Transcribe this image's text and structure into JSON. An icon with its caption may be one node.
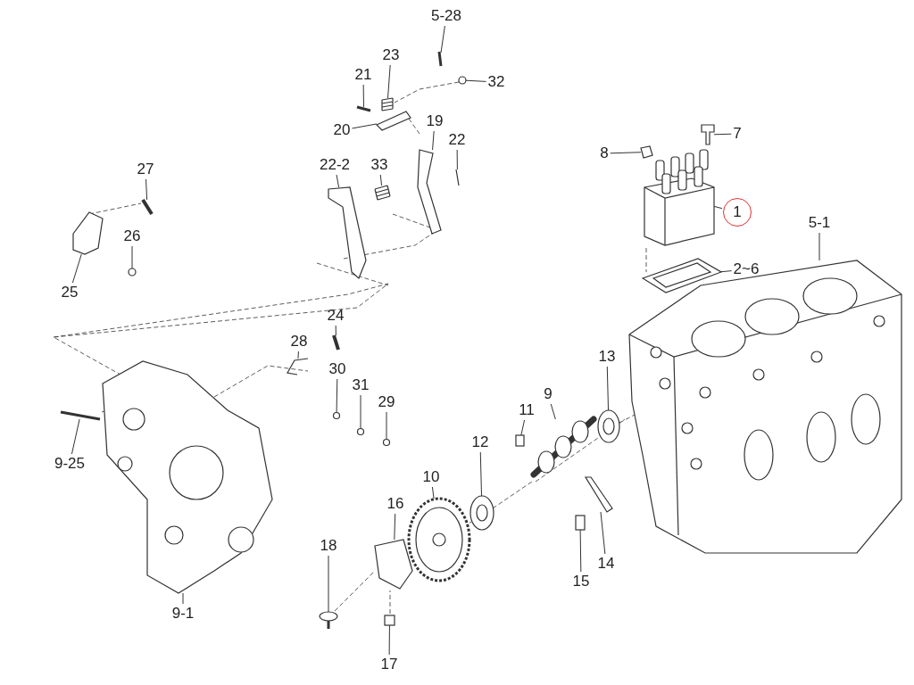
{
  "diagram": {
    "nodes": [
      {
        "text": [
          "5-28"
        ]
      },
      {
        "text": [
          "32"
        ]
      },
      {
        "text": [
          "23"
        ]
      },
      {
        "text": [
          "21"
        ]
      },
      {
        "text": [
          "20"
        ]
      },
      {
        "text": [
          "19"
        ]
      },
      {
        "text": [
          "22"
        ]
      },
      {
        "text": [
          "7"
        ]
      },
      {
        "text": [
          "8"
        ]
      },
      {
        "text": [
          "1"
        ]
      },
      {
        "text": [
          "27"
        ]
      },
      {
        "text": [
          "22-2"
        ]
      },
      {
        "text": [
          "33"
        ]
      },
      {
        "text": [
          "5-1"
        ]
      },
      {
        "text": [
          "26"
        ]
      },
      {
        "text": [
          "2~6"
        ]
      },
      {
        "text": [
          "25"
        ]
      },
      {
        "text": [
          "24"
        ]
      },
      {
        "text": [
          "28"
        ]
      },
      {
        "text": [
          "13"
        ]
      },
      {
        "text": [
          "30"
        ]
      },
      {
        "text": [
          "31"
        ]
      },
      {
        "text": [
          "9"
        ]
      },
      {
        "text": [
          "29"
        ]
      },
      {
        "text": [
          "11"
        ]
      },
      {
        "text": [
          "12"
        ]
      },
      {
        "text": [
          "9-25"
        ]
      },
      {
        "text": [
          "10"
        ]
      },
      {
        "text": [
          "16"
        ]
      },
      {
        "text": [
          "18"
        ]
      },
      {
        "text": [
          "14"
        ]
      },
      {
        "text": [
          "15"
        ]
      },
      {
        "text": [
          "9-1"
        ]
      },
      {
        "text": [
          "17"
        ]
      },
      {
        "text": [],
        "shape": "picture"
      },
      {
        "text": [],
        "shape": "circle"
      },
      {
        "text": [],
        "shape": "picture"
      },
      {
        "text": [],
        "shape": "picture"
      },
      {
        "text": [],
        "shape": "picture"
      },
      {
        "text": [],
        "shape": "picture"
      },
      {
        "text": [],
        "shape": "picture"
      },
      {
        "text": [],
        "shape": "picture"
      },
      {
        "text": [],
        "shape": "picture"
      },
      {
        "text": [],
        "shape": "picture"
      },
      {
        "text": [],
        "shape": "picture"
      },
      {
        "text": [],
        "shape": "picture"
      },
      {
        "text": [],
        "shape": "picture"
      },
      {
        "text": [],
        "shape": "picture"
      },
      {
        "text": [],
        "shape": "circle"
      },
      {
        "text": [],
        "shape": "picture"
      },
      {
        "text": [],
        "shape": "picture"
      },
      {
        "text": [],
        "shape": "picture"
      },
      {
        "text": [],
        "shape": "picture"
      },
      {
        "text": [],
        "shape": "picture"
      },
      {
        "text": [],
        "shape": "circle"
      },
      {
        "text": [],
        "shape": "circle"
      },
      {
        "text": [],
        "shape": "picture"
      },
      {
        "text": [],
        "shape": "circle"
      },
      {
        "text": [],
        "shape": "box"
      },
      {
        "text": [],
        "shape": "picture"
      },
      {
        "text": [],
        "shape": "picture"
      },
      {
        "text": [],
        "shape": "picture"
      },
      {
        "text": [],
        "shape": "picture"
      },
      {
        "text": [],
        "shape": "picture"
      },
      {
        "text": [],
        "shape": "picture"
      },
      {
        "text": [],
        "shape": "box"
      },
      {
        "text": [],
        "shape": "picture"
      },
      {
        "text": [],
        "shape": "box"
      }
    ],
    "edges": [
      {
        "from": 0,
        "to": 34,
        "arrow": "none"
      },
      {
        "from": 1,
        "to": 35,
        "arrow": "none"
      },
      {
        "from": 2,
        "to": 36,
        "arrow": "none"
      },
      {
        "from": 3,
        "to": 37,
        "arrow": "none"
      },
      {
        "from": 4,
        "to": 38,
        "arrow": "none"
      },
      {
        "from": 5,
        "to": 39,
        "arrow": "none"
      },
      {
        "from": 6,
        "to": 40,
        "arrow": "none"
      },
      {
        "from": 7,
        "to": 41,
        "arrow": "none"
      },
      {
        "from": 8,
        "to": 42,
        "arrow": "none"
      },
      {
        "from": 9,
        "to": 43,
        "arrow": "none"
      },
      {
        "from": 10,
        "to": 44,
        "arrow": "none"
      },
      {
        "from": 11,
        "to": 45,
        "arrow": "none"
      },
      {
        "from": 12,
        "to": 46,
        "arrow": "none"
      },
      {
        "from": 13,
        "to": 47,
        "arrow": "none"
      },
      {
        "from": 14,
        "to": 48,
        "arrow": "none"
      },
      {
        "from": 15,
        "to": 49,
        "arrow": "none"
      },
      {
        "from": 16,
        "to": 50,
        "arrow": "none"
      },
      {
        "from": 17,
        "to": 51,
        "arrow": "none"
      },
      {
        "from": 18,
        "to": 52,
        "arrow": "none"
      },
      {
        "from": 19,
        "to": 53,
        "arrow": "none"
      },
      {
        "from": 20,
        "to": 54,
        "arrow": "none"
      },
      {
        "from": 21,
        "to": 55,
        "arrow": "none"
      },
      {
        "from": 22,
        "to": 56,
        "arrow": "none"
      },
      {
        "from": 23,
        "to": 57,
        "arrow": "none"
      },
      {
        "from": 24,
        "to": 58,
        "arrow": "none"
      },
      {
        "from": 25,
        "to": 59,
        "arrow": "none"
      },
      {
        "from": 26,
        "to": 60,
        "arrow": "none"
      },
      {
        "from": 27,
        "to": 61,
        "arrow": "none"
      },
      {
        "from": 28,
        "to": 62,
        "arrow": "none"
      },
      {
        "from": 29,
        "to": 63,
        "arrow": "none"
      },
      {
        "from": 30,
        "to": 64,
        "arrow": "none"
      },
      {
        "from": 31,
        "to": 65,
        "arrow": "none"
      },
      {
        "from": 32,
        "to": 66,
        "arrow": "none"
      },
      {
        "from": 33,
        "to": 67,
        "arrow": "none"
      }
    ]
  }
}
